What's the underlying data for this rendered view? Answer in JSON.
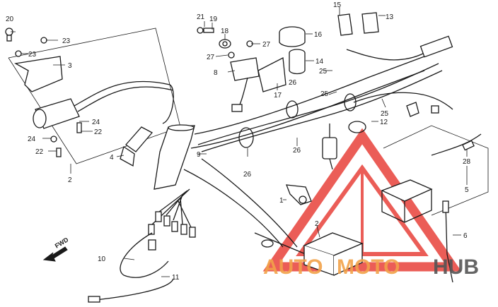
{
  "diagram": {
    "callouts": [
      {
        "id": "c1",
        "text": "1"
      },
      {
        "id": "c2a",
        "text": "2"
      },
      {
        "id": "c2b",
        "text": "2"
      },
      {
        "id": "c3",
        "text": "3"
      },
      {
        "id": "c4",
        "text": "4"
      },
      {
        "id": "c5",
        "text": "5"
      },
      {
        "id": "c6",
        "text": "6"
      },
      {
        "id": "c8",
        "text": "8"
      },
      {
        "id": "c9",
        "text": "9"
      },
      {
        "id": "c10",
        "text": "10"
      },
      {
        "id": "c11",
        "text": "11"
      },
      {
        "id": "c12",
        "text": "12"
      },
      {
        "id": "c13",
        "text": "13"
      },
      {
        "id": "c14",
        "text": "14"
      },
      {
        "id": "c15",
        "text": "15"
      },
      {
        "id": "c16",
        "text": "16"
      },
      {
        "id": "c17",
        "text": "17"
      },
      {
        "id": "c18",
        "text": "18"
      },
      {
        "id": "c19",
        "text": "19"
      },
      {
        "id": "c20",
        "text": "20"
      },
      {
        "id": "c21",
        "text": "21"
      },
      {
        "id": "c22a",
        "text": "22"
      },
      {
        "id": "c22b",
        "text": "22"
      },
      {
        "id": "c23a",
        "text": "23"
      },
      {
        "id": "c23b",
        "text": "23"
      },
      {
        "id": "c24a",
        "text": "24"
      },
      {
        "id": "c24b",
        "text": "24"
      },
      {
        "id": "c25a",
        "text": "25"
      },
      {
        "id": "c25b",
        "text": "25"
      },
      {
        "id": "c25c",
        "text": "25"
      },
      {
        "id": "c26a",
        "text": "26"
      },
      {
        "id": "c26b",
        "text": "26"
      },
      {
        "id": "c26c",
        "text": "26"
      },
      {
        "id": "c27a",
        "text": "27"
      },
      {
        "id": "c27b",
        "text": "27"
      },
      {
        "id": "c28",
        "text": "28"
      }
    ],
    "direction_label": "FWD"
  },
  "watermark": {
    "text_part1": "AUTO",
    "text_part2": "MOTO",
    "text_part3": "HUB",
    "color_red": "#e8413a",
    "color_orange": "#f2a24a",
    "color_dark": "#555555"
  }
}
